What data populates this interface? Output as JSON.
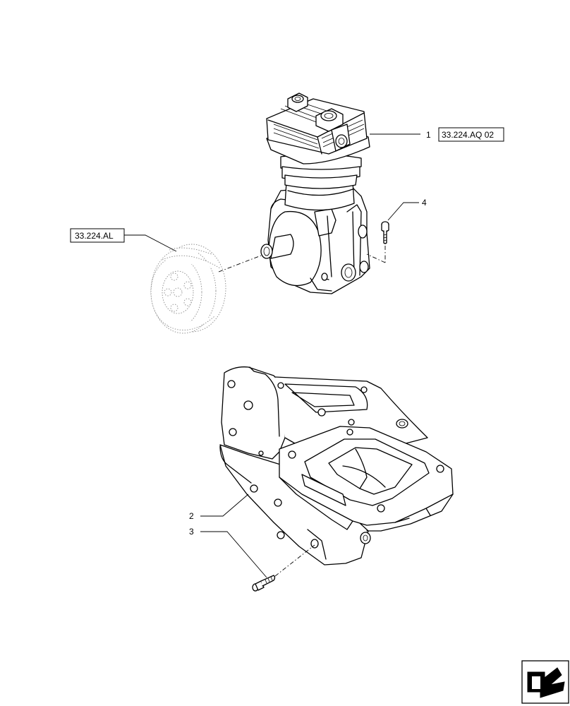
{
  "callouts": {
    "item1": "1",
    "item2": "2",
    "item3": "3",
    "item4": "4"
  },
  "references": {
    "compressor_ref": "33.224.AQ 02",
    "pulley_ref": "33.224.AL"
  },
  "icons": {
    "nav_arrow": "arrow-icon"
  }
}
